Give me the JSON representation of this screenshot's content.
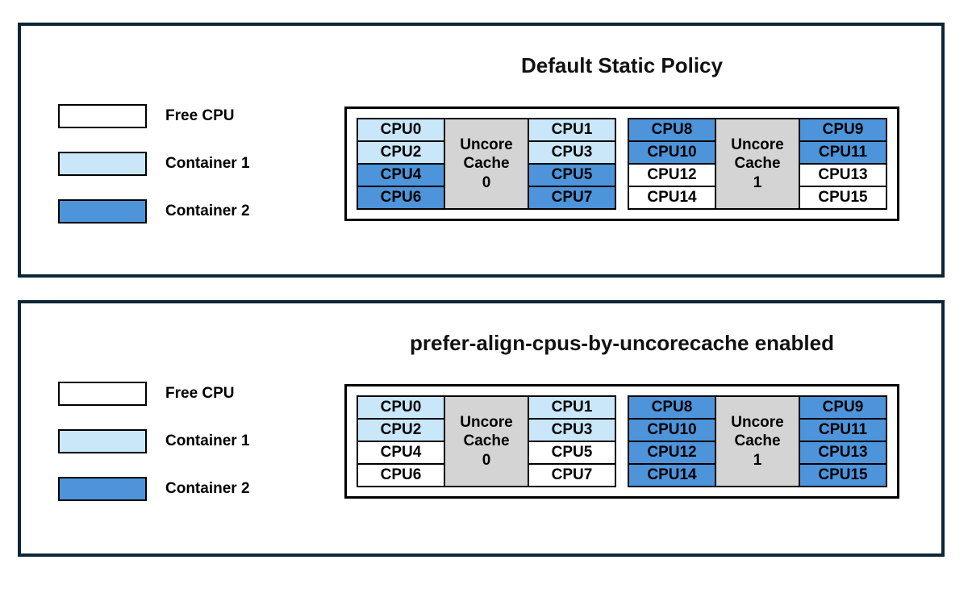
{
  "colors": {
    "free_cpu": "#ffffff",
    "container1": "#c9e7f8",
    "container2": "#4e94da",
    "uncore_cache": "#d4d4d4",
    "panel_border": "#0c2636",
    "cell_border": "#000000"
  },
  "panels": [
    {
      "title": "Default Static Policy",
      "legend": [
        {
          "label": "Free CPU",
          "color_key": "free_cpu",
          "icon": "free-cpu-swatch"
        },
        {
          "label": "Container 1",
          "color_key": "container1",
          "icon": "container-1-swatch"
        },
        {
          "label": "Container 2",
          "color_key": "container2",
          "icon": "container-2-swatch"
        }
      ],
      "uncore_groups": [
        {
          "cache_label_lines": [
            "Uncore",
            "Cache",
            "0"
          ],
          "left_cpus": [
            {
              "label": "CPU0",
              "assignment": "container1"
            },
            {
              "label": "CPU2",
              "assignment": "container1"
            },
            {
              "label": "CPU4",
              "assignment": "container2"
            },
            {
              "label": "CPU6",
              "assignment": "container2"
            }
          ],
          "right_cpus": [
            {
              "label": "CPU1",
              "assignment": "container1"
            },
            {
              "label": "CPU3",
              "assignment": "container1"
            },
            {
              "label": "CPU5",
              "assignment": "container2"
            },
            {
              "label": "CPU7",
              "assignment": "container2"
            }
          ]
        },
        {
          "cache_label_lines": [
            "Uncore",
            "Cache",
            "1"
          ],
          "left_cpus": [
            {
              "label": "CPU8",
              "assignment": "container2"
            },
            {
              "label": "CPU10",
              "assignment": "container2"
            },
            {
              "label": "CPU12",
              "assignment": "free_cpu"
            },
            {
              "label": "CPU14",
              "assignment": "free_cpu"
            }
          ],
          "right_cpus": [
            {
              "label": "CPU9",
              "assignment": "container2"
            },
            {
              "label": "CPU11",
              "assignment": "container2"
            },
            {
              "label": "CPU13",
              "assignment": "free_cpu"
            },
            {
              "label": "CPU15",
              "assignment": "free_cpu"
            }
          ]
        }
      ]
    },
    {
      "title": "prefer-align-cpus-by-uncorecache enabled",
      "legend": [
        {
          "label": "Free CPU",
          "color_key": "free_cpu",
          "icon": "free-cpu-swatch"
        },
        {
          "label": "Container 1",
          "color_key": "container1",
          "icon": "container-1-swatch"
        },
        {
          "label": "Container 2",
          "color_key": "container2",
          "icon": "container-2-swatch"
        }
      ],
      "uncore_groups": [
        {
          "cache_label_lines": [
            "Uncore",
            "Cache",
            "0"
          ],
          "left_cpus": [
            {
              "label": "CPU0",
              "assignment": "container1"
            },
            {
              "label": "CPU2",
              "assignment": "container1"
            },
            {
              "label": "CPU4",
              "assignment": "free_cpu"
            },
            {
              "label": "CPU6",
              "assignment": "free_cpu"
            }
          ],
          "right_cpus": [
            {
              "label": "CPU1",
              "assignment": "container1"
            },
            {
              "label": "CPU3",
              "assignment": "container1"
            },
            {
              "label": "CPU5",
              "assignment": "free_cpu"
            },
            {
              "label": "CPU7",
              "assignment": "free_cpu"
            }
          ]
        },
        {
          "cache_label_lines": [
            "Uncore",
            "Cache",
            "1"
          ],
          "left_cpus": [
            {
              "label": "CPU8",
              "assignment": "container2"
            },
            {
              "label": "CPU10",
              "assignment": "container2"
            },
            {
              "label": "CPU12",
              "assignment": "container2"
            },
            {
              "label": "CPU14",
              "assignment": "container2"
            }
          ],
          "right_cpus": [
            {
              "label": "CPU9",
              "assignment": "container2"
            },
            {
              "label": "CPU11",
              "assignment": "container2"
            },
            {
              "label": "CPU13",
              "assignment": "container2"
            },
            {
              "label": "CPU15",
              "assignment": "container2"
            }
          ]
        }
      ]
    }
  ]
}
